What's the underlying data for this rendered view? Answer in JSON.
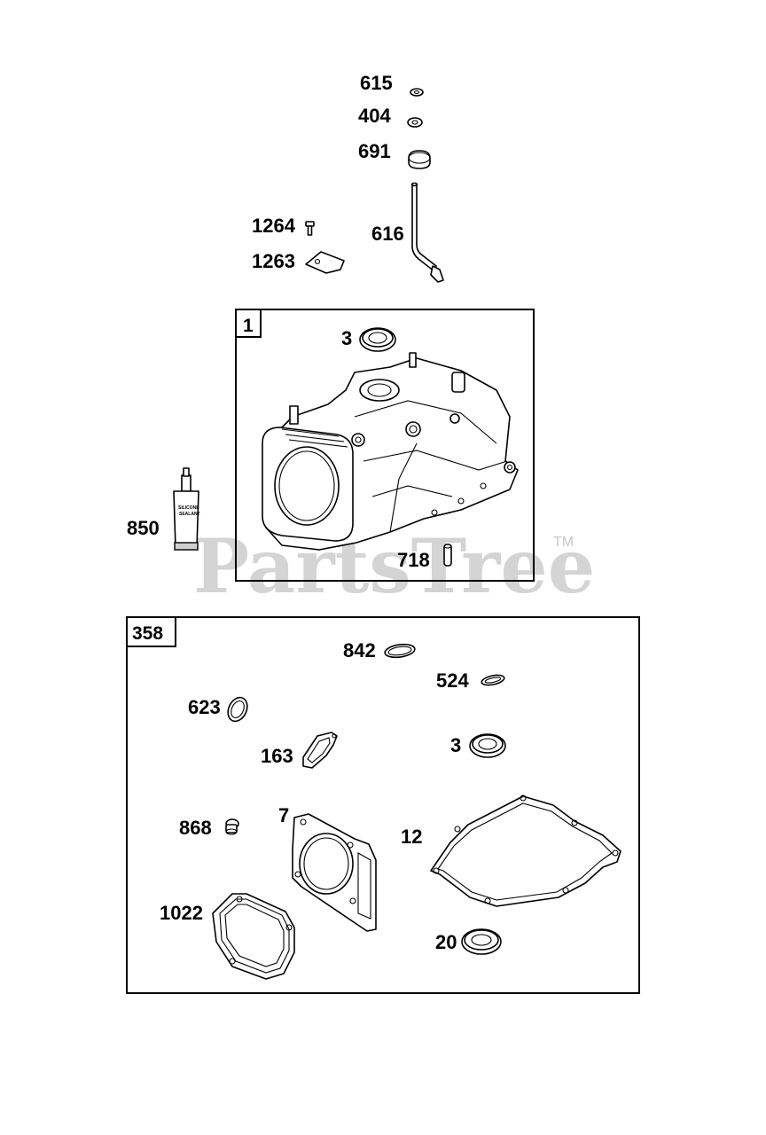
{
  "watermark": {
    "text": "PartsTree",
    "tm": "TM"
  },
  "groups": [
    {
      "id": "1",
      "label": "1"
    },
    {
      "id": "358",
      "label": "358"
    }
  ],
  "parts": {
    "p615": "615",
    "p404": "404",
    "p691": "691",
    "p1264": "1264",
    "p1263": "1263",
    "p616": "616",
    "p3a": "3",
    "p850": "850",
    "p718": "718",
    "p842": "842",
    "p524": "524",
    "p623": "623",
    "p163": "163",
    "p3b": "3",
    "p868": "868",
    "p7": "7",
    "p12": "12",
    "p1022": "1022",
    "p20": "20"
  },
  "tube_text": {
    "line1": "SILICONE",
    "line2": "SEALANT"
  }
}
